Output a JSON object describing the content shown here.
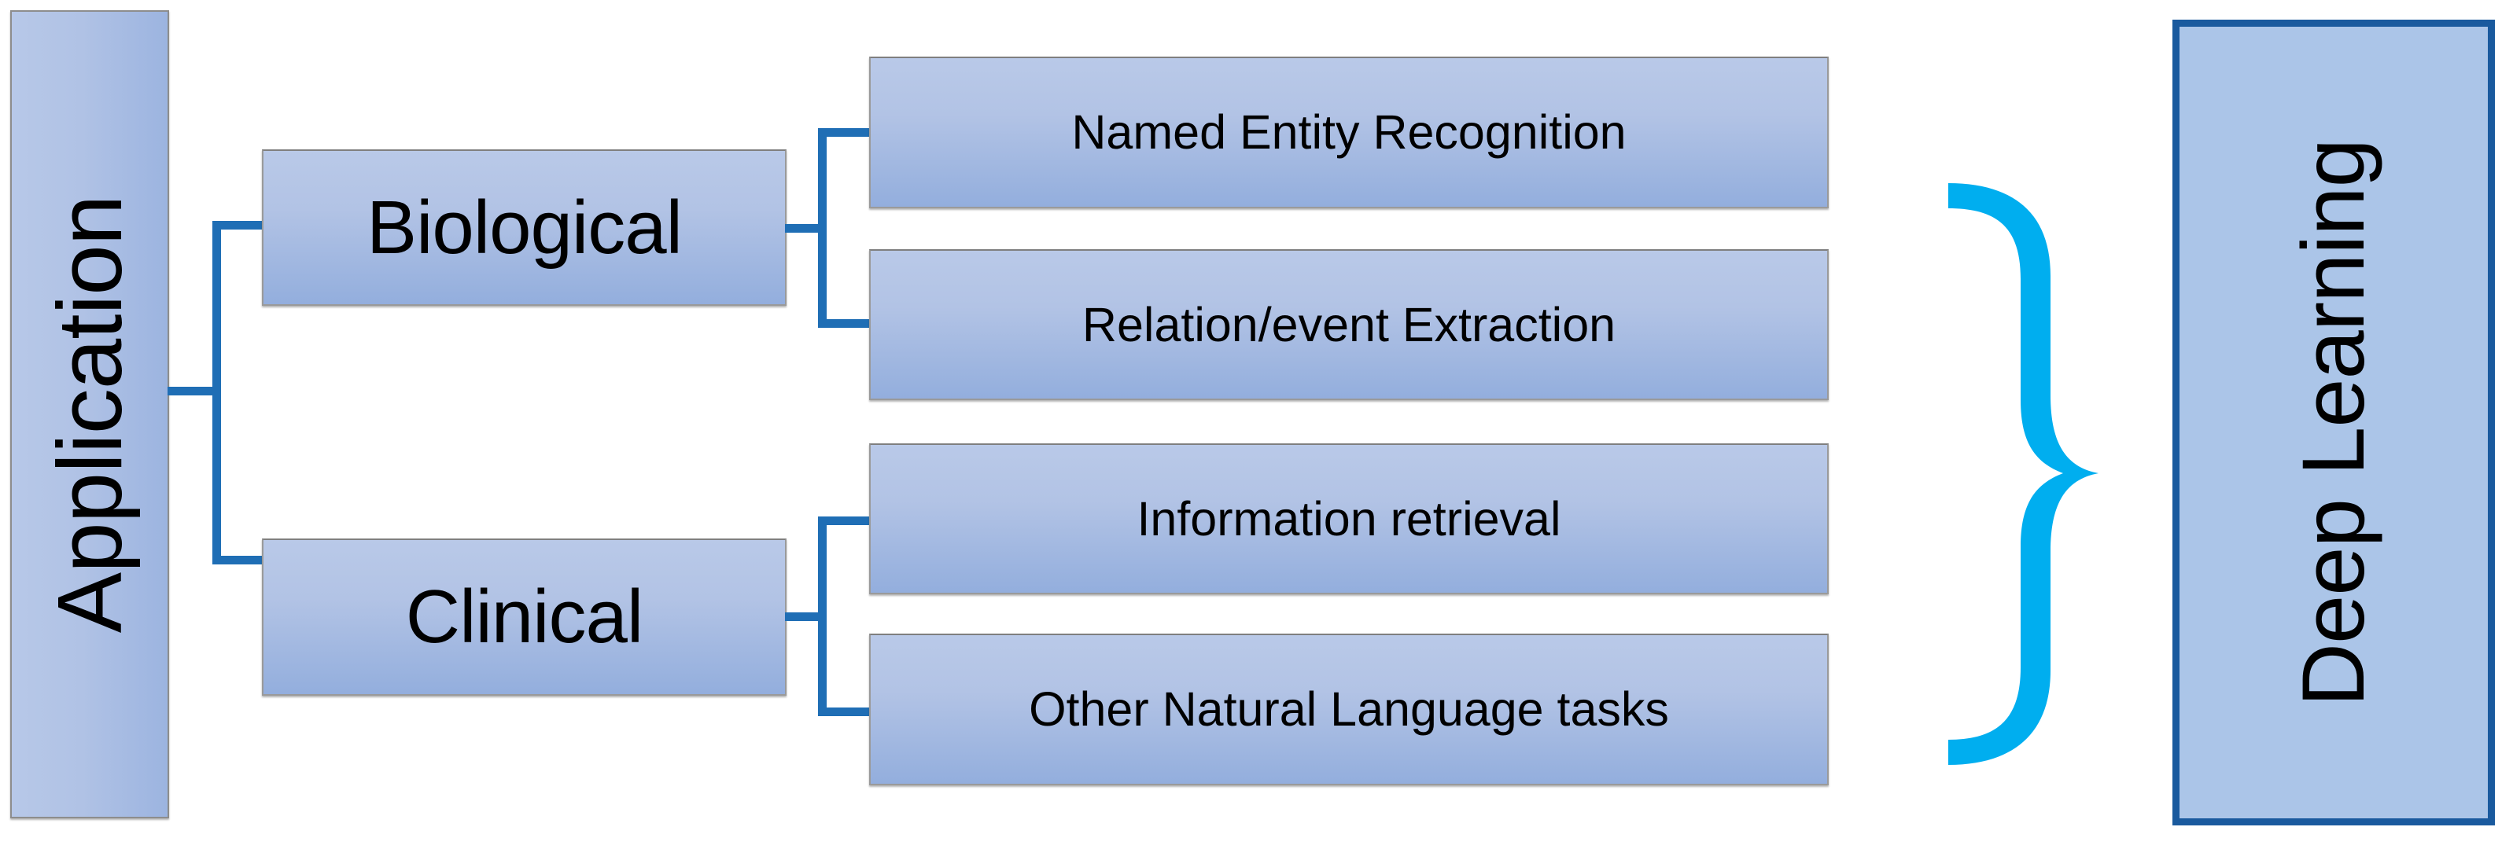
{
  "diagram": {
    "type": "hierarchy-tree",
    "title": "Application",
    "accent_color": "#1f6eb5",
    "brace_color": "#00aeef",
    "node_fill_top": "#b9c9e8",
    "node_fill_bottom": "#93aedd",
    "target_fill": "#abc5e8",
    "target_border": "#1a5a9e",
    "root": {
      "label": "Application",
      "orientation": "vertical-bottom-to-top"
    },
    "categories": [
      {
        "id": "biological",
        "label": "Biological",
        "tasks": [
          {
            "id": "ner",
            "label": "Named Entity Recognition"
          },
          {
            "id": "relation-event-extraction",
            "label": "Relation/event Extraction"
          }
        ]
      },
      {
        "id": "clinical",
        "label": "Clinical",
        "tasks": [
          {
            "id": "information-retrieval",
            "label": "Information retrieval"
          },
          {
            "id": "other-nl-tasks",
            "label": "Other Natural Language tasks"
          }
        ]
      }
    ],
    "brace": {
      "glyph": "}",
      "groups_tasks": true
    },
    "target": {
      "label": "Deep Learning",
      "orientation": "vertical-bottom-to-top"
    }
  }
}
